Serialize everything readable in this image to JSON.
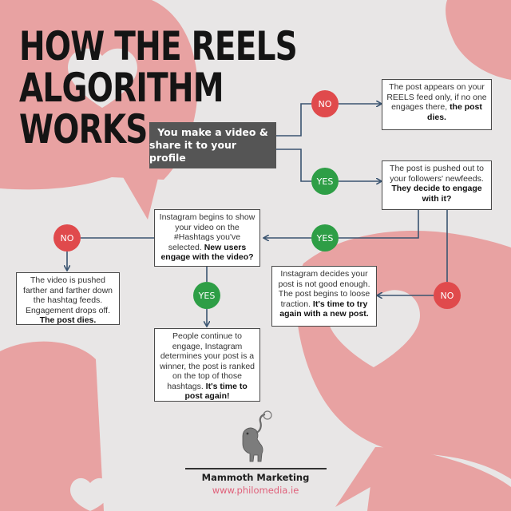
{
  "title": {
    "line1": "HOW THE REELS",
    "line2": "ALGORITHM",
    "line3": "WORKS"
  },
  "start": {
    "line1": "You make a video &",
    "line2": "share it to your profile"
  },
  "badges": {
    "no": "NO",
    "yes": "YES"
  },
  "boxes": {
    "reels_only": {
      "text": "The post appears on your REELS feed only, if no  one engages there, ",
      "bold": "the post dies."
    },
    "followers": {
      "text": "The post is pushed out to your followers' newfeeds. ",
      "bold": "They decide to engage with it?"
    },
    "hashtags": {
      "text": "Instagram begins to show your video on the #Hashtags you've selected. ",
      "bold": "New users engage with the video?"
    },
    "not_good": {
      "text": "Instagram decides your post is not good enough. The post  begins to loose traction. ",
      "bold": "It's time to try again with a new post."
    },
    "pushed_down": {
      "text": "The video is pushed farther and farther down the hashtag feeds. Engagement drops off. ",
      "bold": "The post dies."
    },
    "winner": {
      "text": "People continue to engage, Instagram determines your post is a winner, the post is ranked on the top of those hashtags. ",
      "bold": "It's time to post again!"
    }
  },
  "footer": {
    "brand": "Mammoth Marketing",
    "url": "www.philomedia.ie"
  },
  "colors": {
    "background": "#e8e6e6",
    "shape_pink": "#e8a2a2",
    "no_badge": "#e04a4c",
    "yes_badge": "#2e9e46",
    "start_box": "#555555",
    "url": "#e0607a"
  },
  "icons": [
    "mammoth-icon"
  ]
}
